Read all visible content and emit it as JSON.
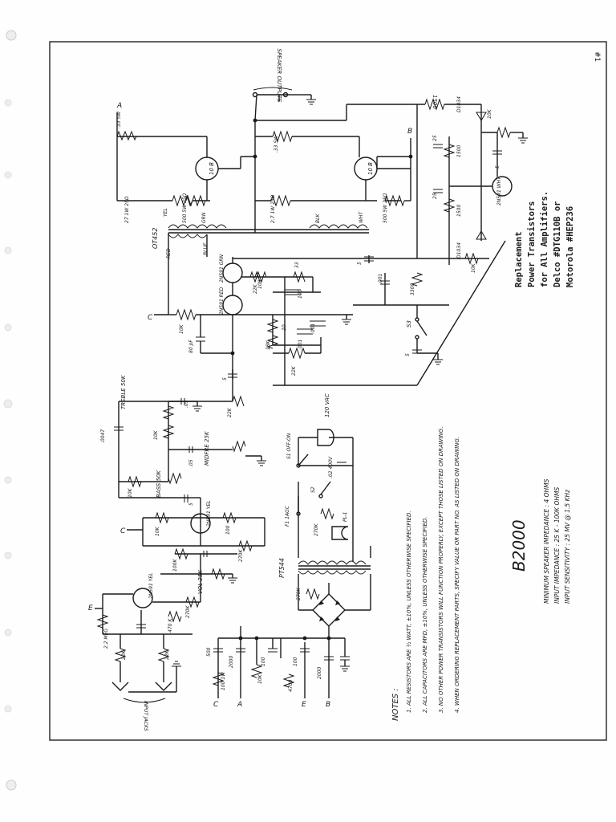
{
  "page_number": "#1",
  "model": "B2000",
  "rotated_notes": {
    "specs": [
      "MINIMUM SPEAKER IMPEDANCE : 4 OHMS",
      "INPUT IMPEDANCE : 25 K - 100K OHMS",
      "INPUT SENSITIVITY : 25 MV @ 1.5 KHz"
    ],
    "heading": "NOTES :",
    "notes": [
      "1. ALL RESISTORS ARE ½ WATT, ±10%, UNLESS OTHERWISE SPECIFIED.",
      "2. ALL CAPACITORS ARE MFD, ±10%, UNLESS OTHERWISE SPECIFIED.",
      "3. NO OTHER POWER TRANSISTORS WILL FUNCTION PROPERLY, EXCEPT THOSE LISTED ON DRAWING.",
      "4. WHEN ORDERING REPLACEMENT PARTS, SPECIFY VALUE OR PART NO. AS LISTED ON DRAWING."
    ],
    "replacement": [
      "Replacement",
      "Power Transistors",
      "for All Amplifiers.",
      "Delco #DTG110B or",
      "Motorola #HEP236"
    ]
  },
  "component_labels": {
    "speaker_outputs": "SPEAKER OUTPUTS",
    "input_jacks": "INPUT JACKS",
    "transformer_output": "OT452",
    "transformer_power": "PT544",
    "treble": "TREBLE 50K",
    "midfreq": "MIDFRE 25K",
    "bass": "BASS 50K",
    "vol": "VOL 25K",
    "line_voltage": "120 VAC",
    "switch_s1": "S1 OFF-ON",
    "switch_s2": "S2",
    "switch_s3": "S3",
    "fuse": "F1 1AGC",
    "pilot": "PL-1",
    "wire_red": "RED",
    "wire_yel": "YEL",
    "wire_grn": "GRN",
    "wire_blue": "BLUE",
    "wire_blk": "BLK",
    "wire_wht": "WHT",
    "q_output_1": "10 B",
    "q_output_2": "10 B",
    "q_driver": "2N591 RED",
    "q_driver2": "2N591 GRN",
    "q_pre1": "2N591 YEL",
    "q_pre2": "2N591 YEL",
    "q_bias": "2N591 WHT",
    "diode1": "D1034",
    "diode2": "D1034",
    "node_a": "A",
    "node_b": "B",
    "node_c": "C",
    "node_e": "E"
  },
  "resistor_values": [
    ".33 5W",
    ".33 5W",
    "27 1W 25Ω",
    "500 5W 25Ω",
    "2.7 1W 25Ω",
    "500 5W 25Ω",
    "10K",
    "33",
    "22K",
    "100",
    "10",
    "18K",
    "22K",
    "3300",
    "10K",
    "1500",
    "1500",
    "10K",
    "10K",
    "22K",
    "10K",
    "100K",
    "270K",
    "10K",
    "100",
    "2.2 MEG",
    "470 K",
    "22K",
    "22K",
    "22K",
    "10K",
    "100 1W",
    "10K",
    "4700"
  ],
  "capacitor_values": [
    ".05",
    ".0047",
    ".05",
    ".001",
    "80 pF",
    ".001",
    ".001",
    "100",
    "5",
    "5",
    "5",
    "25",
    "25",
    "5",
    ".02 400V",
    "500",
    "2000",
    "100",
    "100",
    "2000",
    "5",
    "5"
  ],
  "colors": {
    "ink": "#1a1a1a",
    "paper": "#fefefe"
  }
}
